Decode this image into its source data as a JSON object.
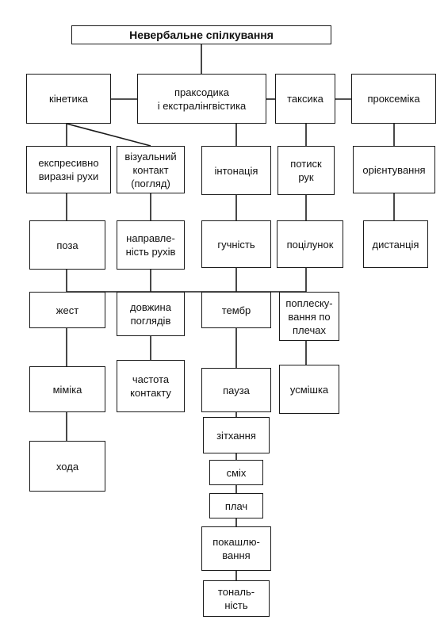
{
  "title": "Невербальне спілкування",
  "headers": {
    "kinetics": "кінетика",
    "proxodics": "праксодика\nі екстралінгвістика",
    "taxics": "таксика",
    "proxemics": "проксеміка"
  },
  "kinetics_column": {
    "expressive": "експресивно\nвиразні рухи",
    "pose": "поза",
    "gesture": "жест",
    "mimics": "міміка",
    "gait": "хода"
  },
  "visual_column": {
    "visual_contact": "візуальний\nконтакт\n(погляд)",
    "direction": "направле-\nність рухів",
    "length": "довжина\nпоглядів",
    "frequency": "частота\nконтакту"
  },
  "proxodics_column": {
    "intonation": "інтонація",
    "loudness": "гучність",
    "timbre": "тембр",
    "pause": "пауза",
    "sigh": "зітхання",
    "laughter": "сміх",
    "crying": "плач",
    "coughing": "покашлю-\nвання",
    "tonality": "тональ-\nність"
  },
  "taxics_column": {
    "handshake": "потиск\nрук",
    "kiss": "поцілунок",
    "patting": "поплеску-\nвання по\nплечах",
    "smile": "усмішка"
  },
  "proxemics_column": {
    "orientation": "орієнтування",
    "distance": "дистанція"
  }
}
